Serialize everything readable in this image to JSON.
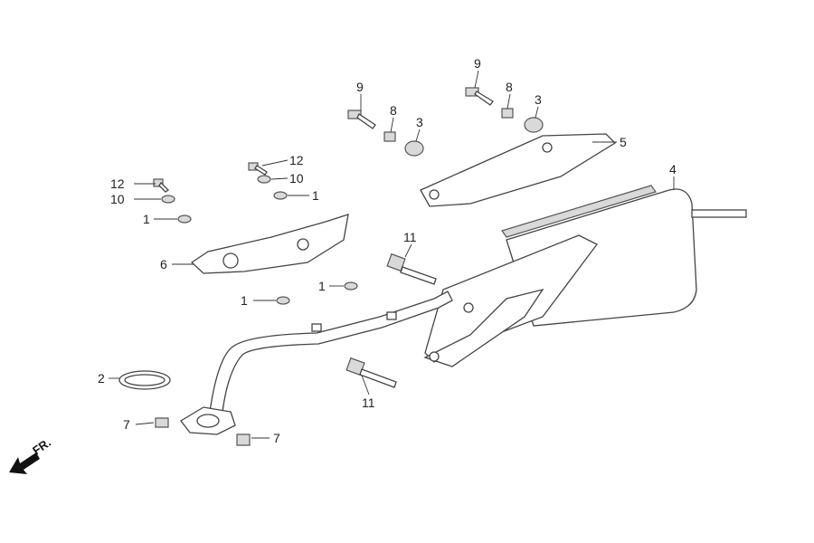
{
  "diagram": {
    "orientation_label": "FR.",
    "callouts": [
      "9",
      "8",
      "3",
      "9",
      "8",
      "3",
      "5",
      "4",
      "12",
      "10",
      "1",
      "12",
      "10",
      "1",
      "6",
      "11",
      "1",
      "1",
      "2",
      "11",
      "7",
      "7"
    ]
  }
}
